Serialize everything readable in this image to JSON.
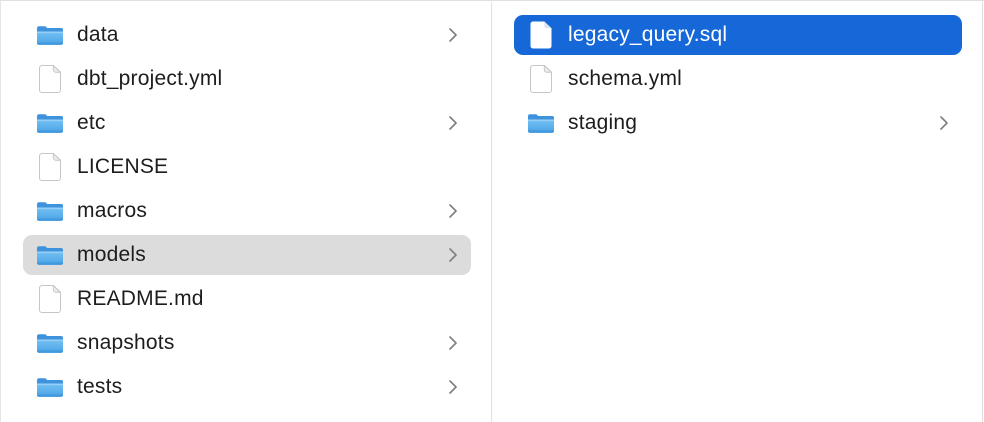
{
  "app": {
    "view": "finder-column-browser"
  },
  "colors": {
    "selection_blue": "#1668d8",
    "selection_gray": "#dcdcdc",
    "text": "#1d1d1f",
    "text_selected": "#ffffff",
    "chevron": "#818181",
    "divider": "#e0e0e0",
    "folder_blue_dark": "#3e93dc",
    "folder_blue_light": "#74c2f4"
  },
  "icons": {
    "folder": "folder-icon",
    "file": "document-icon",
    "chevron": "chevron-right-icon"
  },
  "columns": [
    {
      "name": "column-1",
      "items": [
        {
          "label": "data",
          "type": "folder",
          "has_chevron": true,
          "selected": false
        },
        {
          "label": "dbt_project.yml",
          "type": "file",
          "has_chevron": false,
          "selected": false
        },
        {
          "label": "etc",
          "type": "folder",
          "has_chevron": true,
          "selected": false
        },
        {
          "label": "LICENSE",
          "type": "file",
          "has_chevron": false,
          "selected": false
        },
        {
          "label": "macros",
          "type": "folder",
          "has_chevron": true,
          "selected": false
        },
        {
          "label": "models",
          "type": "folder",
          "has_chevron": true,
          "selected": true,
          "selection_style": "inactive-gray"
        },
        {
          "label": "README.md",
          "type": "file",
          "has_chevron": false,
          "selected": false
        },
        {
          "label": "snapshots",
          "type": "folder",
          "has_chevron": true,
          "selected": false
        },
        {
          "label": "tests",
          "type": "folder",
          "has_chevron": true,
          "selected": false
        }
      ]
    },
    {
      "name": "column-2",
      "items": [
        {
          "label": "legacy_query.sql",
          "type": "file",
          "has_chevron": false,
          "selected": true,
          "selection_style": "active-blue"
        },
        {
          "label": "schema.yml",
          "type": "file",
          "has_chevron": false,
          "selected": false
        },
        {
          "label": "staging",
          "type": "folder",
          "has_chevron": true,
          "selected": false
        }
      ]
    }
  ]
}
